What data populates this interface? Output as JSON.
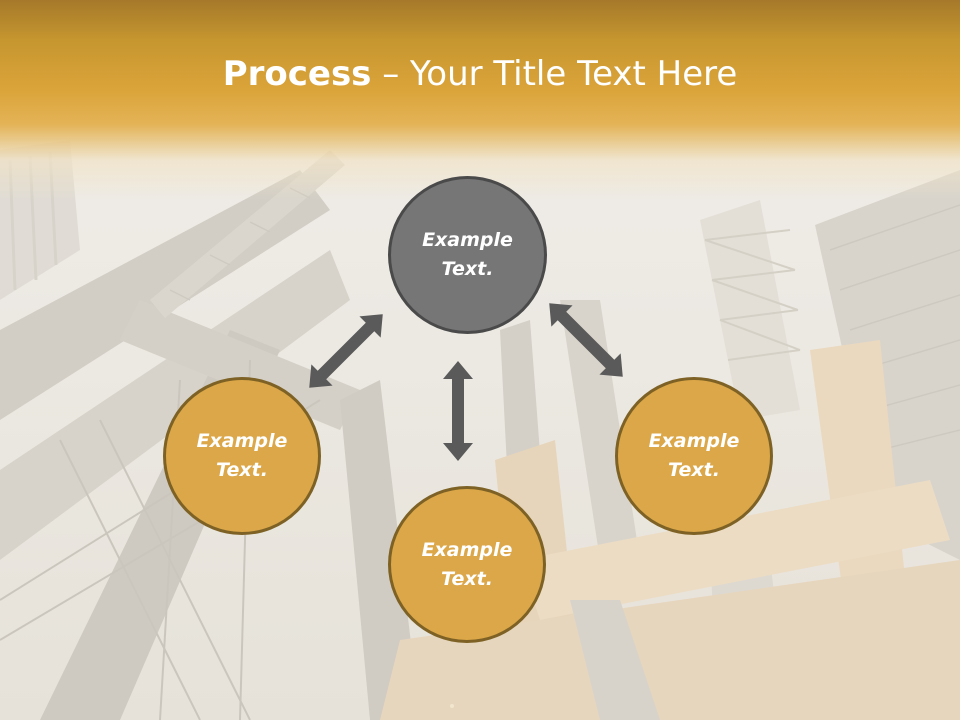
{
  "slide": {
    "title_bold": "Process",
    "title_rest": " – Your Title Text Here"
  },
  "colors": {
    "header": "#dba43a",
    "node_gray": "#767676",
    "node_gold": "#dba748",
    "arrow": "#5a5a5a"
  },
  "diagram": {
    "center": "Example\nText.",
    "left": "Example\nText.",
    "right": "Example\nText.",
    "bottom": "Example\nText."
  },
  "icons": [
    "double-arrow-icon"
  ]
}
